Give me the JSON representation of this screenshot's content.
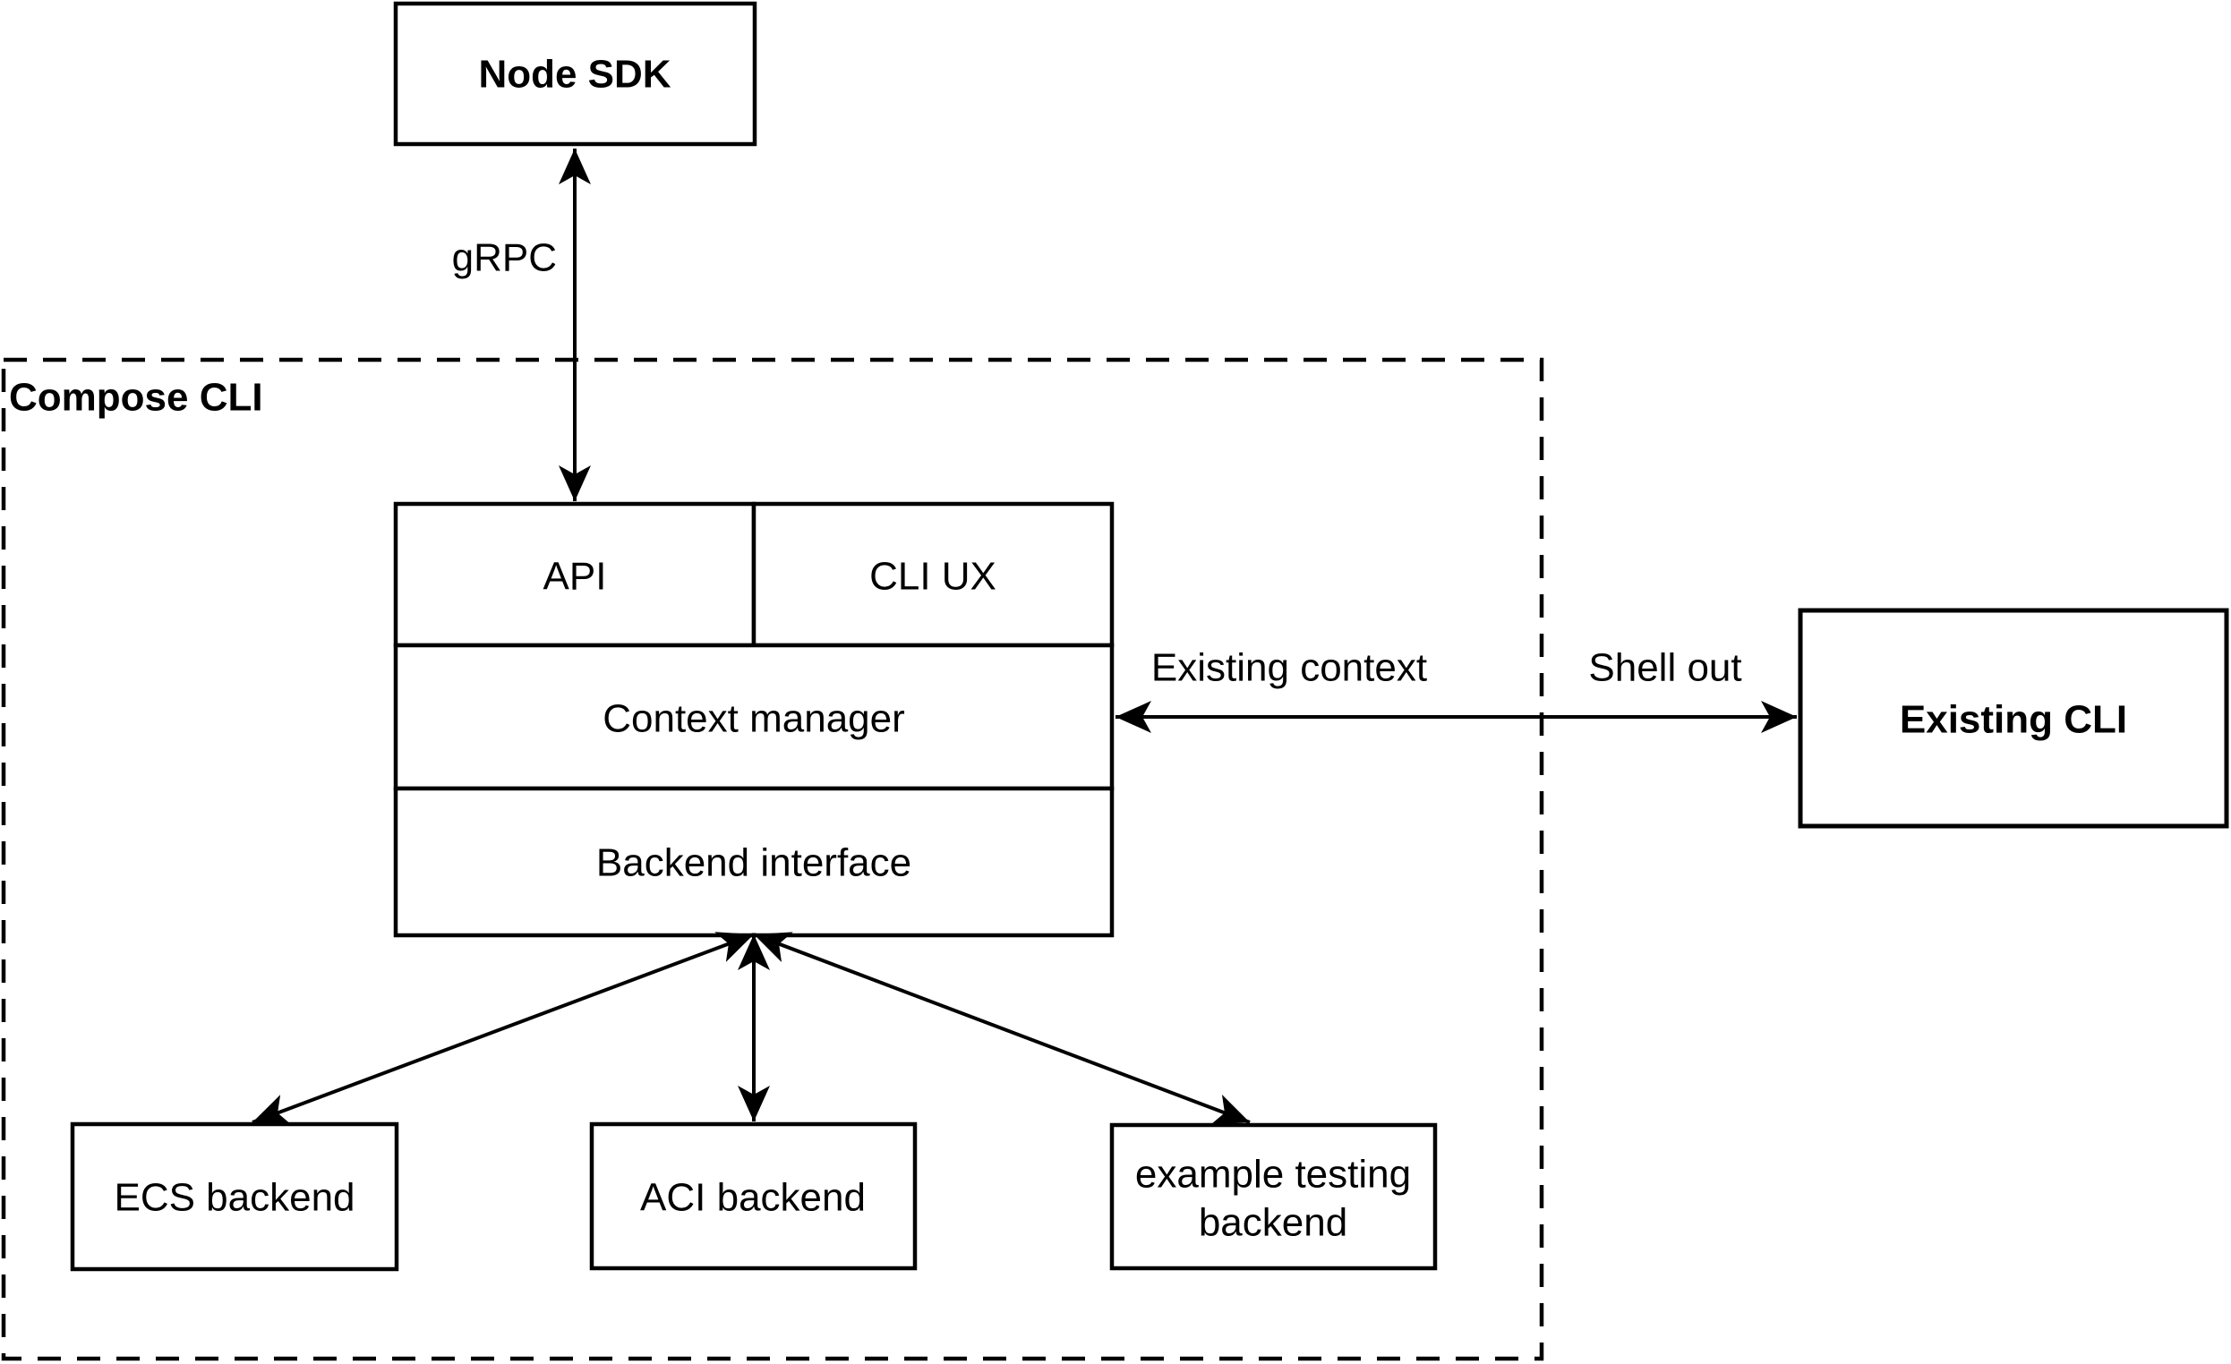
{
  "diagram": {
    "type": "architecture-diagram",
    "background": "#ffffff",
    "stroke_color": "#000000",
    "text_color": "#000000"
  },
  "nodes": {
    "node_sdk": {
      "label": "Node SDK"
    },
    "compose_cli_container": {
      "label": "Compose CLI"
    },
    "api": {
      "label": "API"
    },
    "cli_ux": {
      "label": "CLI UX"
    },
    "context_manager": {
      "label": "Context manager"
    },
    "backend_interface": {
      "label": "Backend interface"
    },
    "ecs_backend": {
      "label": "ECS backend"
    },
    "aci_backend": {
      "label": "ACI backend"
    },
    "example_testing_backend": {
      "label": "example testing backend",
      "lines": [
        "example testing",
        "backend"
      ]
    },
    "existing_cli": {
      "label": "Existing CLI"
    }
  },
  "edges": {
    "grpc": {
      "label": "gRPC",
      "from": "Node SDK",
      "to": "API",
      "direction": "both"
    },
    "existing_context": {
      "label": "Existing context",
      "from": "Context manager",
      "to": "Existing CLI",
      "direction": "both"
    },
    "shell_out": {
      "label": "Shell out",
      "from": "Context manager",
      "to": "Existing CLI",
      "direction": "both"
    },
    "backend_to_ecs": {
      "label": "",
      "from": "Backend interface",
      "to": "ECS backend",
      "direction": "both"
    },
    "backend_to_aci": {
      "label": "",
      "from": "Backend interface",
      "to": "ACI backend",
      "direction": "both"
    },
    "backend_to_example": {
      "label": "",
      "from": "Backend interface",
      "to": "example testing backend",
      "direction": "both"
    }
  }
}
